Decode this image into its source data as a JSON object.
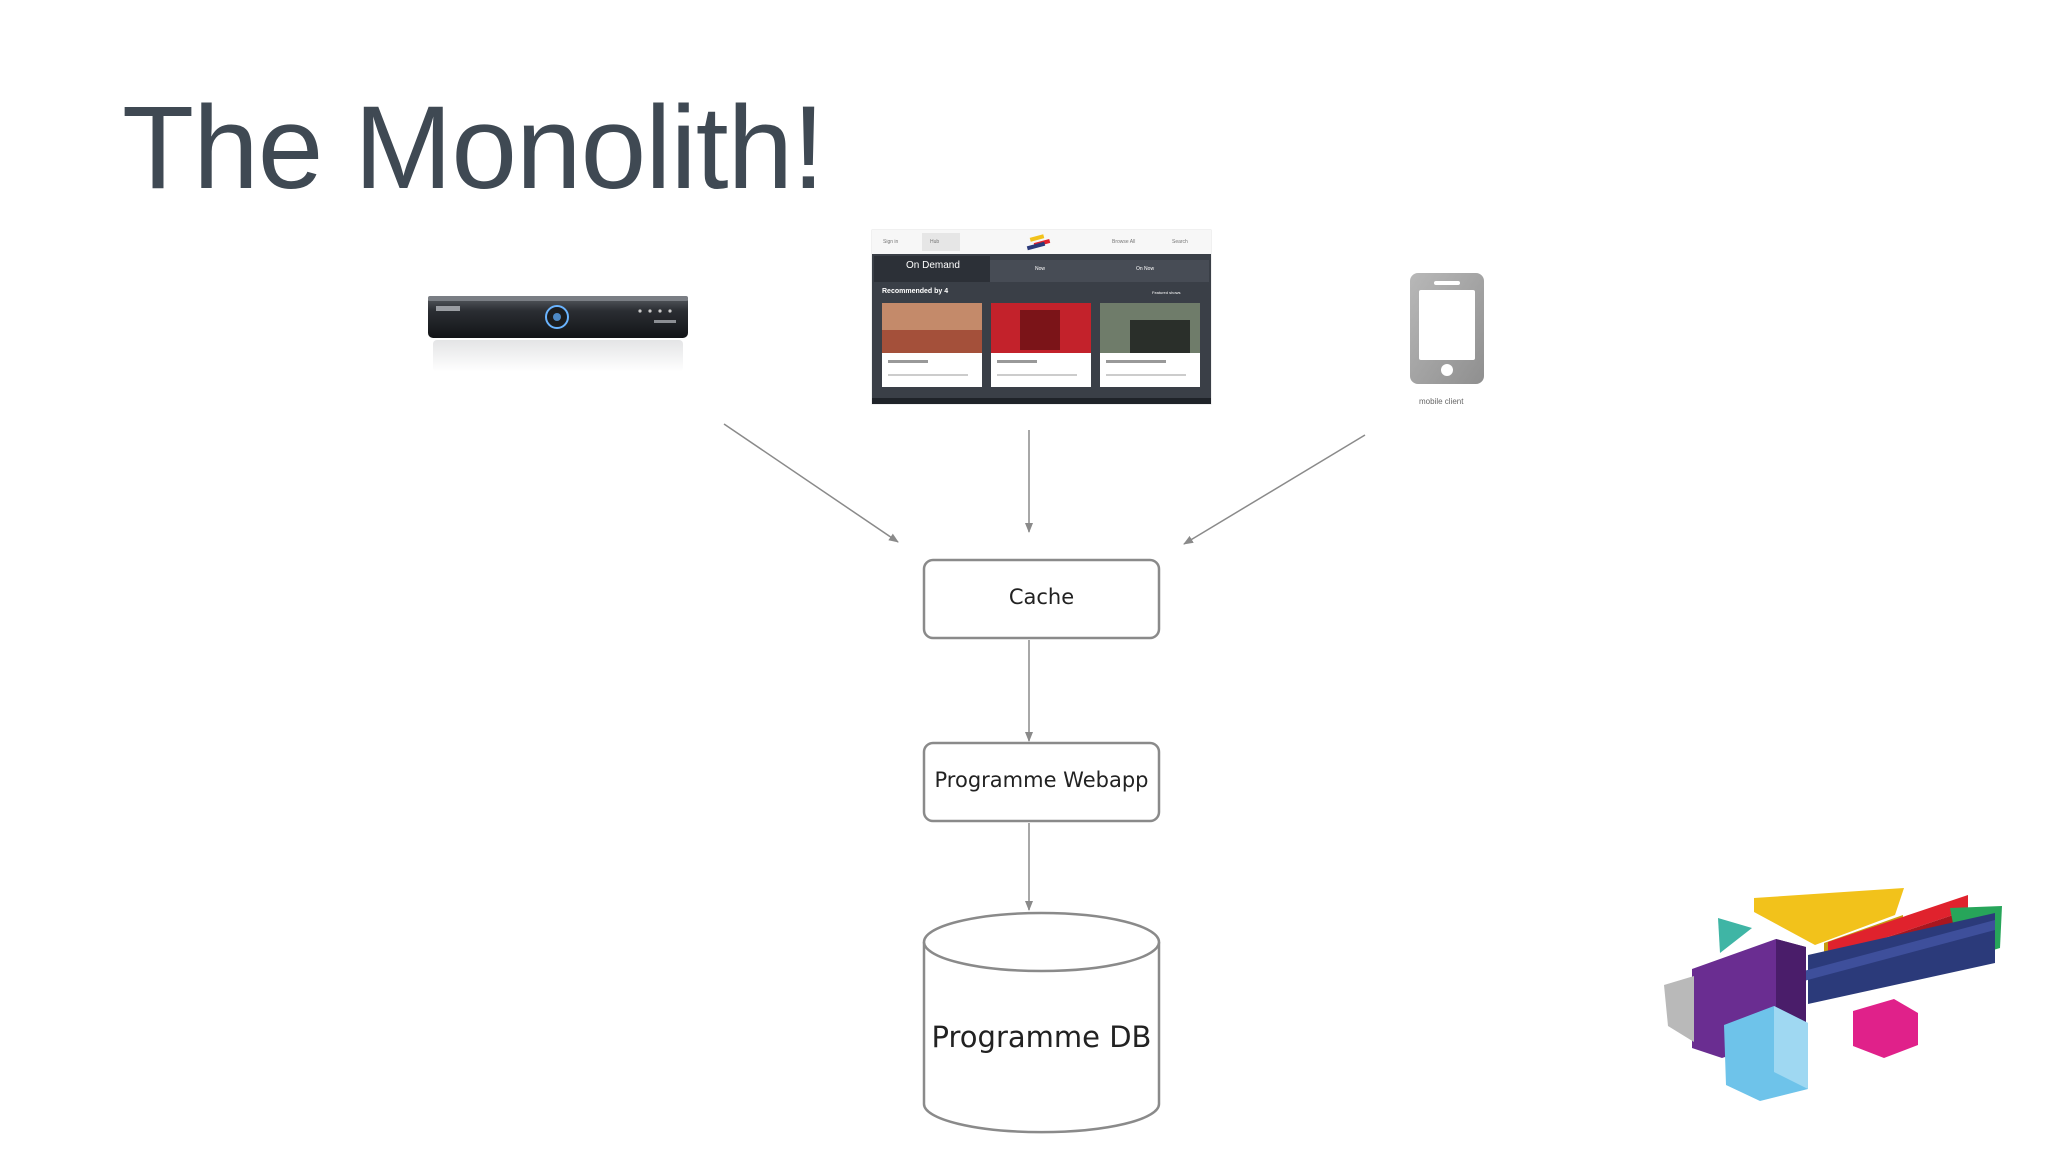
{
  "slide": {
    "title": "The Monolith!"
  },
  "clients": {
    "set_top_box": {
      "icon": "set-top-box-icon"
    },
    "web_client": {
      "icon": "web-screenshot",
      "header_items": [
        "Sign in",
        "Hub",
        "Browse All",
        "Search"
      ],
      "tabs": [
        "On Demand",
        "Now",
        "On Now"
      ],
      "section_title": "Recommended by 4",
      "section_link": "Featured shows"
    },
    "mobile_client": {
      "icon": "mobile-phone-icon",
      "label": "mobile client"
    }
  },
  "nodes": {
    "cache": {
      "label": "Cache"
    },
    "webapp": {
      "label": "Programme Webapp"
    },
    "db": {
      "label": "Programme DB"
    }
  },
  "colors": {
    "title": "#3f4953",
    "arrow": "#8a8a8a",
    "box_border": "#8a8a8a",
    "web_dark": "#3a3f47",
    "logo_yellow": "#f2c21b",
    "logo_red": "#e0222d",
    "logo_navy": "#2b3a7a",
    "logo_purple": "#6a2d91",
    "logo_teal": "#3fb5a5",
    "logo_green": "#27a55a",
    "logo_magenta": "#e0218a",
    "logo_lightblue": "#6ec3ea",
    "logo_grey": "#b9b9b9"
  },
  "logo": {
    "icon": "channel-4-logo"
  }
}
